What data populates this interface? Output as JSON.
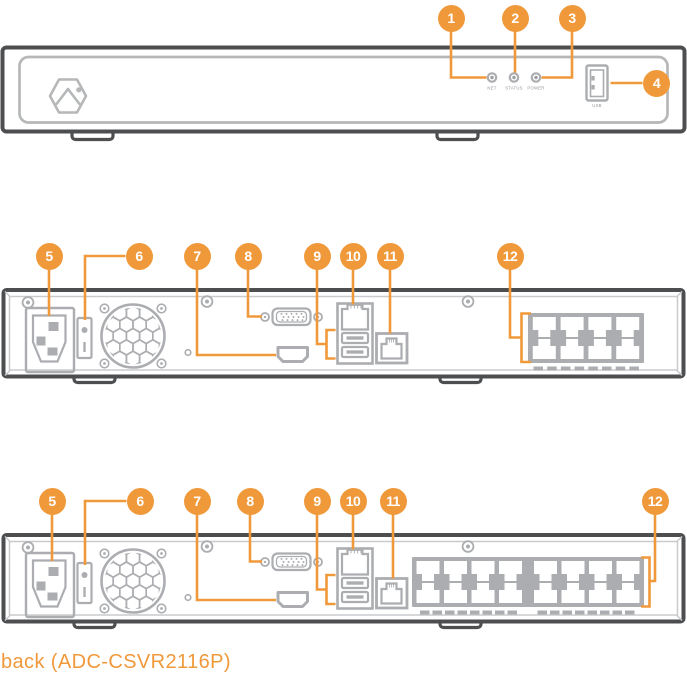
{
  "colors": {
    "accent_orange": "#F0993B",
    "panel_border_gray": "#4D4E50",
    "port_gray": "#ABADB0",
    "bevel_gray": "#C9CACC",
    "label_gray": "#95979A"
  },
  "front_panel": {
    "logo": "alarm-com-logo",
    "leds": [
      "NET",
      "STATUS",
      "POWER"
    ],
    "usb_label": "USB",
    "callouts": [
      "1",
      "2",
      "3",
      "4"
    ]
  },
  "back_panel_8": {
    "callouts": [
      "5",
      "6",
      "7",
      "8",
      "9",
      "10",
      "11",
      "12"
    ]
  },
  "back_panel_16": {
    "callouts": [
      "5",
      "6",
      "7",
      "8",
      "9",
      "10",
      "11",
      "12"
    ]
  },
  "caption": "back (ADC-CSVR2116P)"
}
